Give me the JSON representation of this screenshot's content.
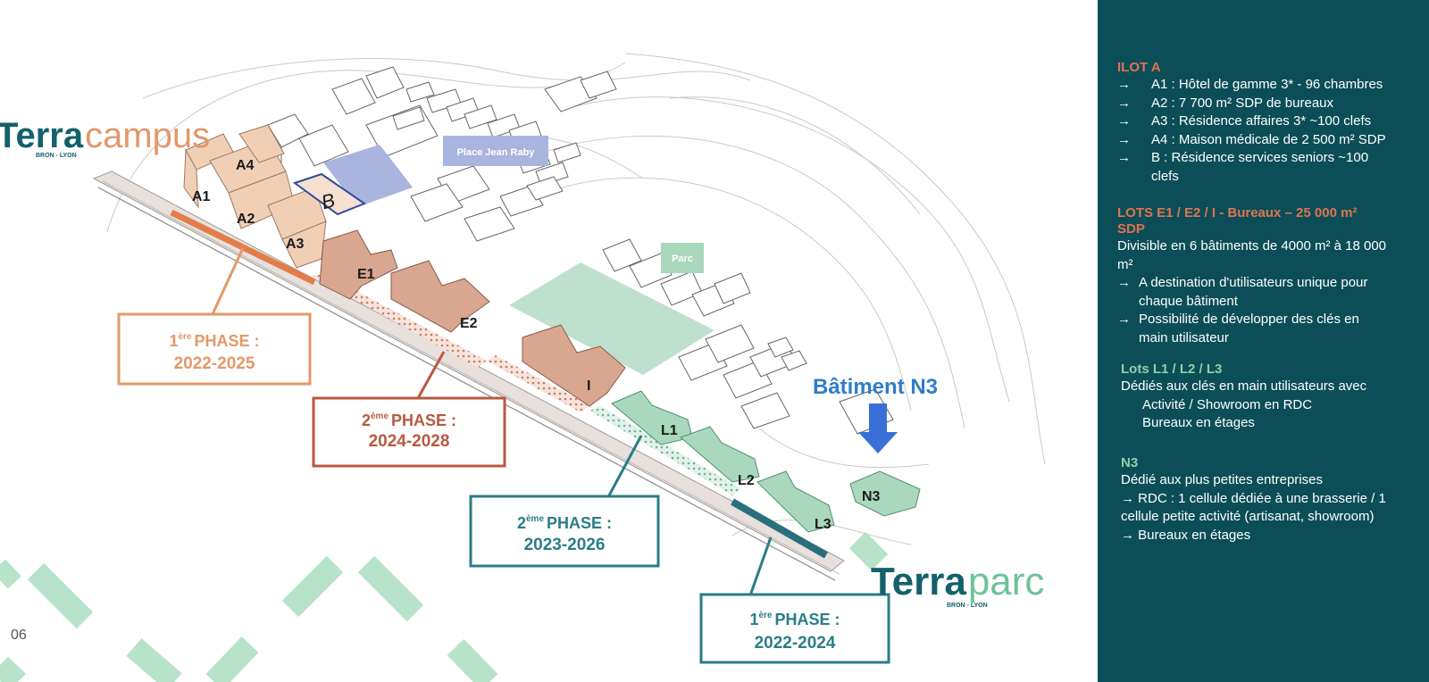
{
  "page_number": "06",
  "logos": {
    "campus": {
      "word1": "Terra",
      "word2": "campus",
      "sub": "BRON - LYON"
    },
    "parc": {
      "word1": "Terra",
      "word2": "parc",
      "sub": "BRON - LYON"
    }
  },
  "map": {
    "place_label": "Place Jean Raby",
    "parc_label": "Parc",
    "batiment_label": "Bâtiment N3",
    "lots": {
      "A1": "A1",
      "A2": "A2",
      "A3": "A3",
      "A4": "A4",
      "B": "B",
      "E1": "E1",
      "E2": "E2",
      "I": "I",
      "L1": "L1",
      "L2": "L2",
      "L3": "L3",
      "N3": "N3"
    }
  },
  "phases": [
    {
      "id": "p1",
      "num": "1",
      "sup": "ère",
      "label": "PHASE :",
      "years": "2022-2025",
      "color": "#e49868"
    },
    {
      "id": "p2",
      "num": "2",
      "sup": "ème",
      "label": "PHASE :",
      "years": "2024-2028",
      "color": "#b85a40"
    },
    {
      "id": "p3",
      "num": "2",
      "sup": "ème",
      "label": "PHASE :",
      "years": "2023-2026",
      "color": "#2b7d86"
    },
    {
      "id": "p4",
      "num": "1",
      "sup": "ère",
      "label": "PHASE :",
      "years": "2022-2024",
      "color": "#2b7d86"
    }
  ],
  "panel": {
    "ilot_a": {
      "title": "ILOT A",
      "arrow": "→",
      "items": [
        "A1 : Hôtel de gamme 3* - 96 chambres",
        "A2 : 7 700 m² SDP de bureaux",
        "A3 : Résidence affaires 3* ~100 clefs",
        "A4 : Maison médicale de 2 500 m² SDP",
        "B : Résidence services seniors ~100",
        "clefs"
      ]
    },
    "lots_e": {
      "title1": "LOTS E1 / E2 / I - Bureaux – 25 000 m²",
      "title2": "SDP",
      "line1": "Divisible en 6 bâtiments de 4000 m² à 18 000",
      "line2": "m²",
      "arrow": "→",
      "items": [
        "A destination d'utilisateurs unique pour",
        "chaque bâtiment",
        "Possibilité de développer des clés en",
        "main utilisateur"
      ]
    },
    "lots_l": {
      "title": "Lots L1 / L2 / L3",
      "lines": [
        "Dédiés aux clés en main utilisateurs avec",
        "Activité / Showroom en RDC",
        "Bureaux en étages"
      ]
    },
    "n3": {
      "title": "N3",
      "lines": [
        "Dédié aux plus petites entreprises",
        "→ RDC : 1 cellule dédiée à une brasserie / 1",
        "cellule petite activité (artisanat, showroom)",
        "→ Bureaux en étages"
      ]
    }
  }
}
